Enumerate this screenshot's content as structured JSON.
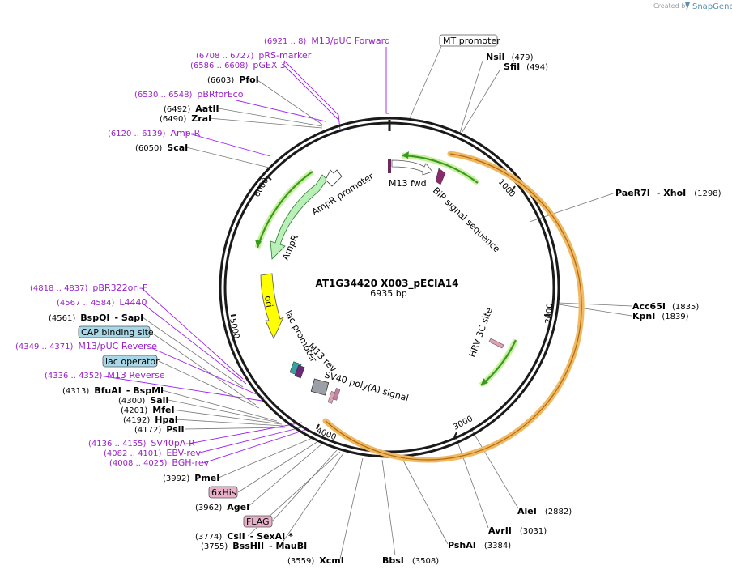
{
  "credit": {
    "text": "Created by",
    "brand": "SnapGene"
  },
  "plasmid": {
    "name": "AT1G34420 X003_pECIA14",
    "length": "6935 bp"
  },
  "ticks": [
    "1000",
    "2000",
    "3000",
    "4000",
    "5000",
    "6000"
  ],
  "primers": [
    {
      "id": "m13puc-fwd",
      "range": "(6921 .. 8)",
      "name": "M13/pUC Forward"
    },
    {
      "id": "prs-marker",
      "range": "(6708 .. 6727)",
      "name": "pRS-marker"
    },
    {
      "id": "pgex3",
      "range": "(6586 .. 6608)",
      "name": "pGEX 3'"
    },
    {
      "id": "pbrforeco",
      "range": "(6530 .. 6548)",
      "name": "pBRforEco"
    },
    {
      "id": "ampr-primer",
      "range": "(6120 .. 6139)",
      "name": "Amp-R"
    },
    {
      "id": "pbr322ori",
      "range": "(4818 .. 4837)",
      "name": "pBR322ori-F"
    },
    {
      "id": "l4440",
      "range": "(4567 .. 4584)",
      "name": "L4440"
    },
    {
      "id": "m13puc-rev",
      "range": "(4349 .. 4371)",
      "name": "M13/pUC Reverse"
    },
    {
      "id": "m13-reverse",
      "range": "(4336 .. 4352)",
      "name": "M13 Reverse"
    },
    {
      "id": "sv40pa-r",
      "range": "(4136 .. 4155)",
      "name": "SV40pA-R"
    },
    {
      "id": "ebv-rev",
      "range": "(4082 .. 4101)",
      "name": "EBV-rev"
    },
    {
      "id": "bgh-rev",
      "range": "(4008 .. 4025)",
      "name": "BGH-rev"
    }
  ],
  "enzymes_left": [
    {
      "id": "pfoi",
      "pos": "(6603)",
      "name": "PfoI"
    },
    {
      "id": "aatii",
      "pos": "(6492)",
      "name": "AatII"
    },
    {
      "id": "zrai",
      "pos": "(6490)",
      "name": "ZraI"
    },
    {
      "id": "scai",
      "pos": "(6050)",
      "name": "ScaI"
    },
    {
      "id": "bspqi",
      "pos": "(4561)",
      "name": "BspQI",
      "name2": "SapI"
    },
    {
      "id": "bfuai",
      "pos": "(4313)",
      "name": "BfuAI",
      "name2": "BspMI"
    },
    {
      "id": "sali",
      "pos": "(4300)",
      "name": "SalI"
    },
    {
      "id": "mfei",
      "pos": "(4201)",
      "name": "MfeI"
    },
    {
      "id": "hpai",
      "pos": "(4192)",
      "name": "HpaI"
    },
    {
      "id": "psii",
      "pos": "(4172)",
      "name": "PsiI"
    },
    {
      "id": "pmei",
      "pos": "(3992)",
      "name": "PmeI"
    },
    {
      "id": "agei",
      "pos": "(3962)",
      "name": "AgeI"
    },
    {
      "id": "csii",
      "pos": "(3774)",
      "name": "CsiI",
      "name2": "SexAI *"
    },
    {
      "id": "bsshii",
      "pos": "(3755)",
      "name": "BssHII",
      "name2": "MauBI"
    },
    {
      "id": "xcmi",
      "pos": "(3559)",
      "name": "XcmI"
    }
  ],
  "enzymes_right": [
    {
      "id": "nsii",
      "pos": "(479)",
      "name": "NsiI"
    },
    {
      "id": "sfii",
      "pos": "(494)",
      "name": "SfiI"
    },
    {
      "id": "paer7i",
      "pos": "(1298)",
      "name": "PaeR7I",
      "name2": "XhoI"
    },
    {
      "id": "acc65i",
      "pos": "(1835)",
      "name": "Acc65I"
    },
    {
      "id": "kpni",
      "pos": "(1839)",
      "name": "KpnI"
    },
    {
      "id": "alei",
      "pos": "(2882)",
      "name": "AleI"
    },
    {
      "id": "avrii",
      "pos": "(3031)",
      "name": "AvrII"
    },
    {
      "id": "pshai",
      "pos": "(3384)",
      "name": "PshAI"
    },
    {
      "id": "bbsi",
      "pos": "(3508)",
      "name": "BbsI"
    }
  ],
  "boxed_features": {
    "mt_promoter": "MT promoter",
    "cap_site": "CAP binding site",
    "lac_operator": "lac operator",
    "his_tag": "6xHis",
    "flag": "FLAG"
  },
  "inner_features": {
    "m13_fwd": "M13 fwd",
    "bip": "BiP signal sequence",
    "ampr_promoter": "AmpR promoter",
    "ampr": "AmpR",
    "ori": "ori",
    "lac_promoter": "lac promoter",
    "m13_rev": "M13 rev",
    "sv40": "SV40 poly(A) signal",
    "hrv": "HRV 3C site"
  },
  "colors": {
    "backbone": "#1a1a1a",
    "primer": "#9a22c8",
    "orange": "#f0b860",
    "green": "#3a9a20",
    "ampr": "#b8f0b8",
    "ori": "#ffff00",
    "box_blue": "#a8d8e8",
    "box_pink": "#e8b0c8"
  }
}
